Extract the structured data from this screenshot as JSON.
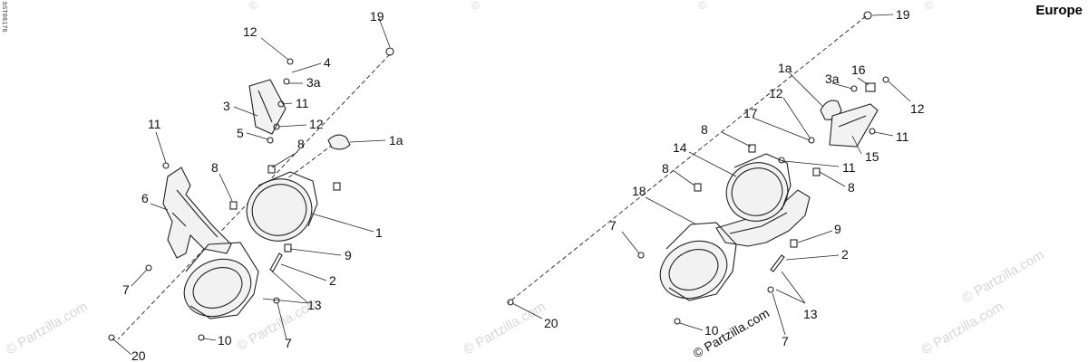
{
  "region_label": "Europe",
  "ref_code": "bST08176",
  "copyright": "© Partzilla.com",
  "watermark_text": "© Partzilla.com",
  "left_assembly": {
    "callouts": [
      "19",
      "12",
      "4",
      "3a",
      "3",
      "11",
      "12",
      "5",
      "1a",
      "8",
      "11",
      "8",
      "6",
      "1",
      "9",
      "7",
      "2",
      "13",
      "7",
      "10",
      "20"
    ]
  },
  "right_assembly": {
    "callouts": [
      "19",
      "1a",
      "3a",
      "16",
      "12",
      "12",
      "8",
      "17",
      "11",
      "14",
      "8",
      "11",
      "15",
      "8",
      "18",
      "9",
      "7",
      "2",
      "13",
      "20",
      "10",
      "7"
    ]
  }
}
